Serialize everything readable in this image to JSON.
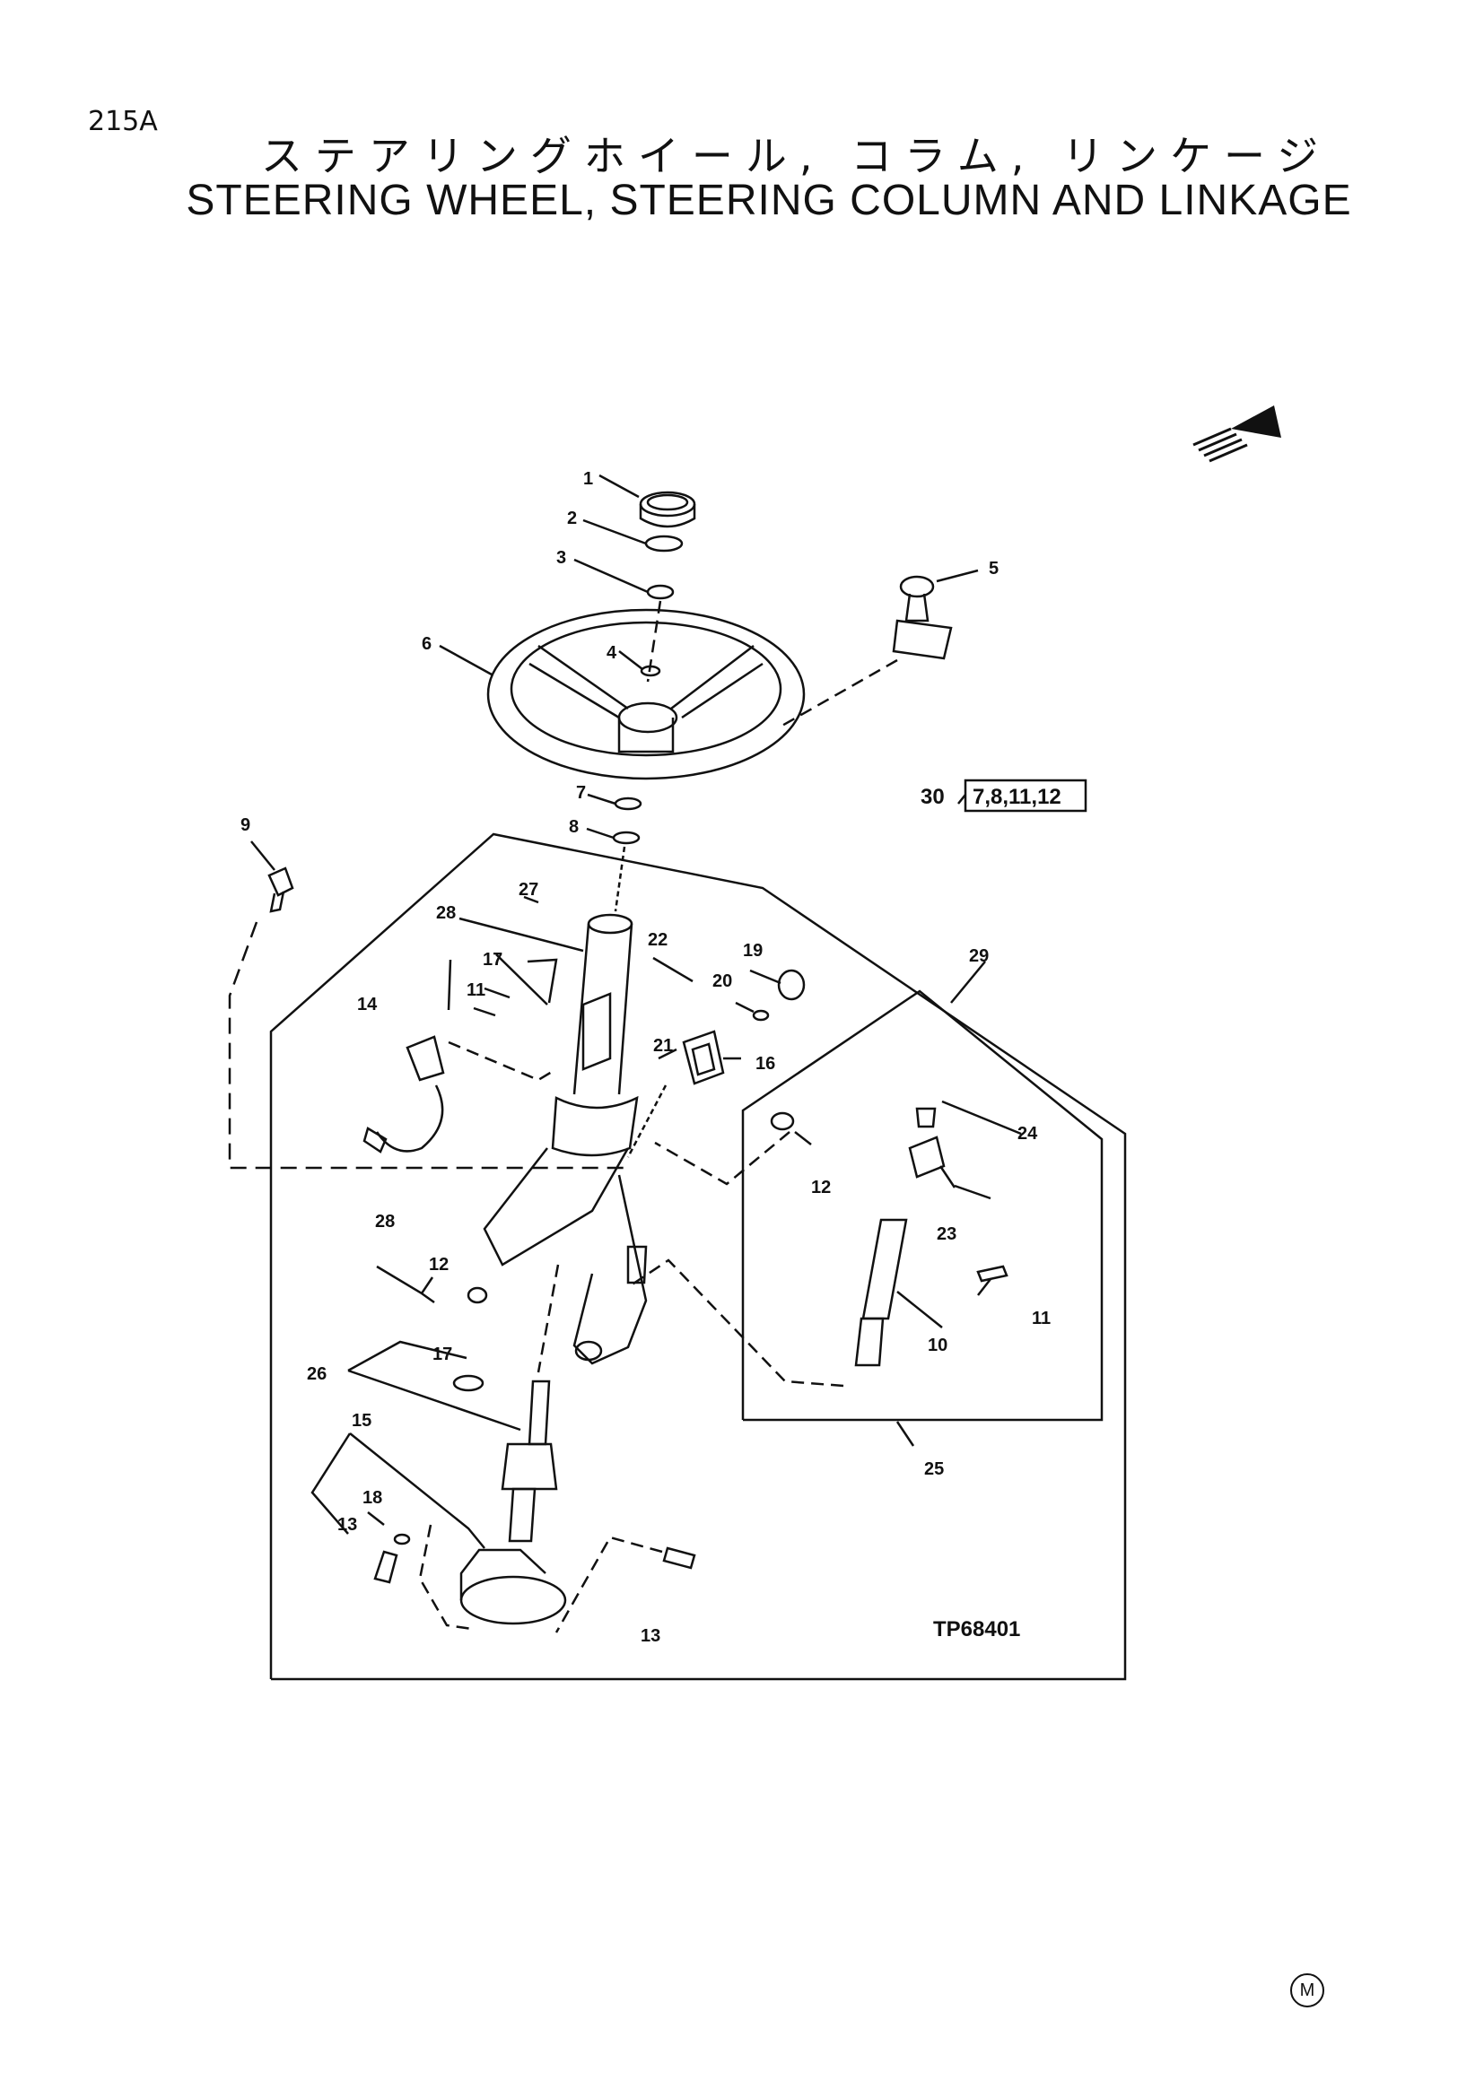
{
  "page_number": "215A",
  "title_jp": "ステアリングホイール, コラム, リンケージ",
  "title_en": "STEERING WHEEL, STEERING COLUMN AND LINKAGE",
  "figure_id": "TP68401",
  "corner_mark": "M",
  "ref_group": {
    "number": "30",
    "items": "7,8,11,12"
  },
  "callouts": {
    "c1": "1",
    "c2": "2",
    "c3": "3",
    "c4": "4",
    "c5": "5",
    "c6": "6",
    "c7": "7",
    "c8": "8",
    "c9": "9",
    "c10": "10",
    "c11a": "11",
    "c11b": "11",
    "c12a": "12",
    "c12b": "12",
    "c13a": "13",
    "c13b": "13",
    "c14": "14",
    "c15": "15",
    "c16": "16",
    "c17a": "17",
    "c17b": "17",
    "c18": "18",
    "c19": "19",
    "c20": "20",
    "c21": "21",
    "c22": "22",
    "c23": "23",
    "c24": "24",
    "c25": "25",
    "c26": "26",
    "c27": "27",
    "c28a": "28",
    "c28b": "28",
    "c29": "29"
  },
  "colors": {
    "ink": "#111111",
    "paper": "#ffffff"
  }
}
